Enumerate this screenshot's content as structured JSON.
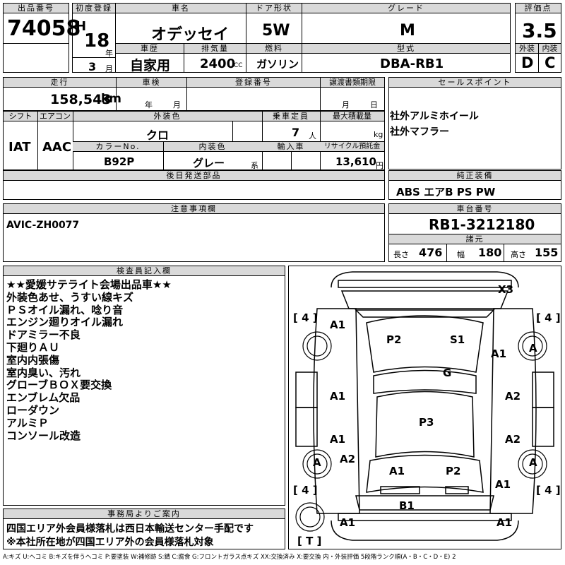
{
  "header": {
    "lot_label": "出品番号",
    "lot_value": "74058",
    "first_reg_label": "初度登録",
    "era": "H",
    "year": "18",
    "year_unit": "年",
    "month": "3",
    "month_unit": "月",
    "car_name_label": "車名",
    "car_name": "オデッセイ",
    "door_label": "ドア形状",
    "door": "5W",
    "grade_label": "グレード",
    "grade": "M",
    "score_label": "評価点",
    "score": "3.5",
    "history_label": "車歴",
    "history": "自家用",
    "displacement_label": "排気量",
    "displacement": "2400",
    "displacement_unit": "CC",
    "fuel_label": "燃料",
    "fuel": "ガソリン",
    "model_label": "型式",
    "model": "DBA-RB1",
    "exterior_label": "外装",
    "exterior": "D",
    "interior_label": "内装",
    "interior": "C"
  },
  "row2": {
    "mileage_label": "走行",
    "mileage": "158,543",
    "mileage_unit": "km",
    "inspection_label": "車検",
    "inspection_year": "年",
    "inspection_month": "月",
    "regno_label": "登録番号",
    "transfer_label": "譲渡書類期限",
    "transfer_month": "月",
    "transfer_day": "日",
    "sales_label": "セールスポイント",
    "sales_points": [
      "社外アルミホイール",
      "社外マフラー"
    ]
  },
  "row3": {
    "shift_label": "シフト",
    "shift": "IAT",
    "ac_label": "エアコン",
    "ac": "AAC",
    "ext_color_label": "外装色",
    "ext_color": "クロ",
    "capacity_label": "乗車定員",
    "capacity": "7",
    "capacity_unit": "人",
    "load_label": "最大積載量",
    "load_unit": "kg",
    "colorno_label": "カラーNo.",
    "colorno": "B92P",
    "int_color_label": "内装色",
    "int_color": "グレー",
    "int_color_unit": "系",
    "import_label": "輸入車",
    "recycle_label": "リサイクル預託金",
    "recycle": "13,610",
    "recycle_unit": "円"
  },
  "later_parts_label": "後日発送部品",
  "equipment": {
    "label": "純正装備",
    "value": "ABS エアB PS PW"
  },
  "notes": {
    "label": "注意事項欄",
    "value": "AVIC-ZH0077"
  },
  "chassis": {
    "label": "車台番号",
    "value": "RB1-3212180",
    "specs_label": "諸元",
    "length_label": "長さ",
    "length": "476",
    "width_label": "幅",
    "width": "180",
    "height_label": "高さ",
    "height": "155"
  },
  "inspector": {
    "label": "検査員記入欄",
    "lines": [
      "★★愛媛サテライト会場出品車★★",
      "外装色あせ、うすい線キズ",
      "ＰＳオイル漏れ、唸り音",
      "エンジン廻りオイル漏れ",
      "ドアミラー不良",
      "下廻りＡＵ",
      "室内内張傷",
      "室内臭い、汚れ",
      "グローブＢＯＸ要交換",
      "エンブレム欠品",
      "ローダウン",
      "アルミＰ",
      "コンソール改造"
    ]
  },
  "office": {
    "label": "事務局よりご案内",
    "lines": [
      "四国エリア外会員様落札は西日本輸送センター手配です",
      "※本社所在地が四国エリア外の会員様落札対象"
    ]
  },
  "diagram": {
    "x3": "X3",
    "bracket4": "[ 4 ]",
    "bracketT": "[ T ]",
    "p2_top": "P2",
    "s1": "S1",
    "g": "G",
    "p3": "P3",
    "a1_rear": "A1",
    "p2_rear": "P2",
    "b1": "B1",
    "tl_a1": "A1",
    "tr_a1": "A1",
    "wheel_a": "A",
    "ml_a1": "A1",
    "mr_a2": "A2",
    "lo_a1": "A1",
    "lo_a2": "A2",
    "bl_a2": "A2",
    "br_a1": "A1",
    "bot_a1_l": "A1",
    "bot_a1_r": "A1"
  },
  "legend": "A:キズ U:ヘコミ B:キズを伴うヘコミ P:要塗装 W:補修跡 S:錆 C:腐食 G:フロントガラス点キズ XX:交換済み X:要交換 内・外装評価 5段階ランク順(A・B・C・D・E) 2"
}
